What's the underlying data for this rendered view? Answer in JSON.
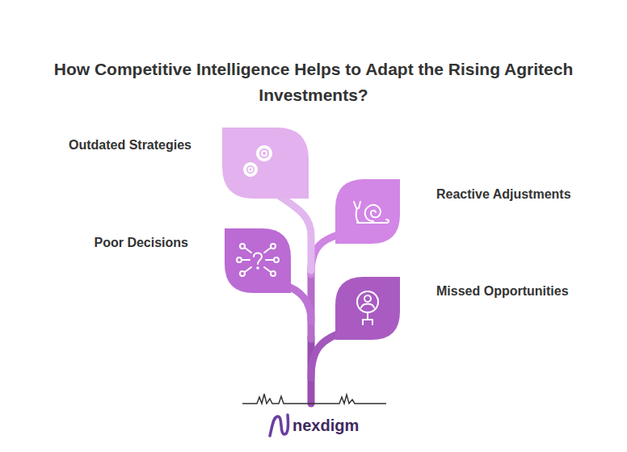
{
  "diagram": {
    "title": "How Competitive Intelligence Helps to Adapt the Rising Agritech Investments?",
    "nodes": [
      {
        "text": [
          "Outdated Strategies"
        ]
      },
      {
        "text": [
          "Reactive Adjustments"
        ]
      },
      {
        "text": [
          "Poor Decisions"
        ]
      },
      {
        "text": [
          "Missed Opportunities"
        ]
      }
    ],
    "labels": [
      "nexdigm"
    ]
  }
}
